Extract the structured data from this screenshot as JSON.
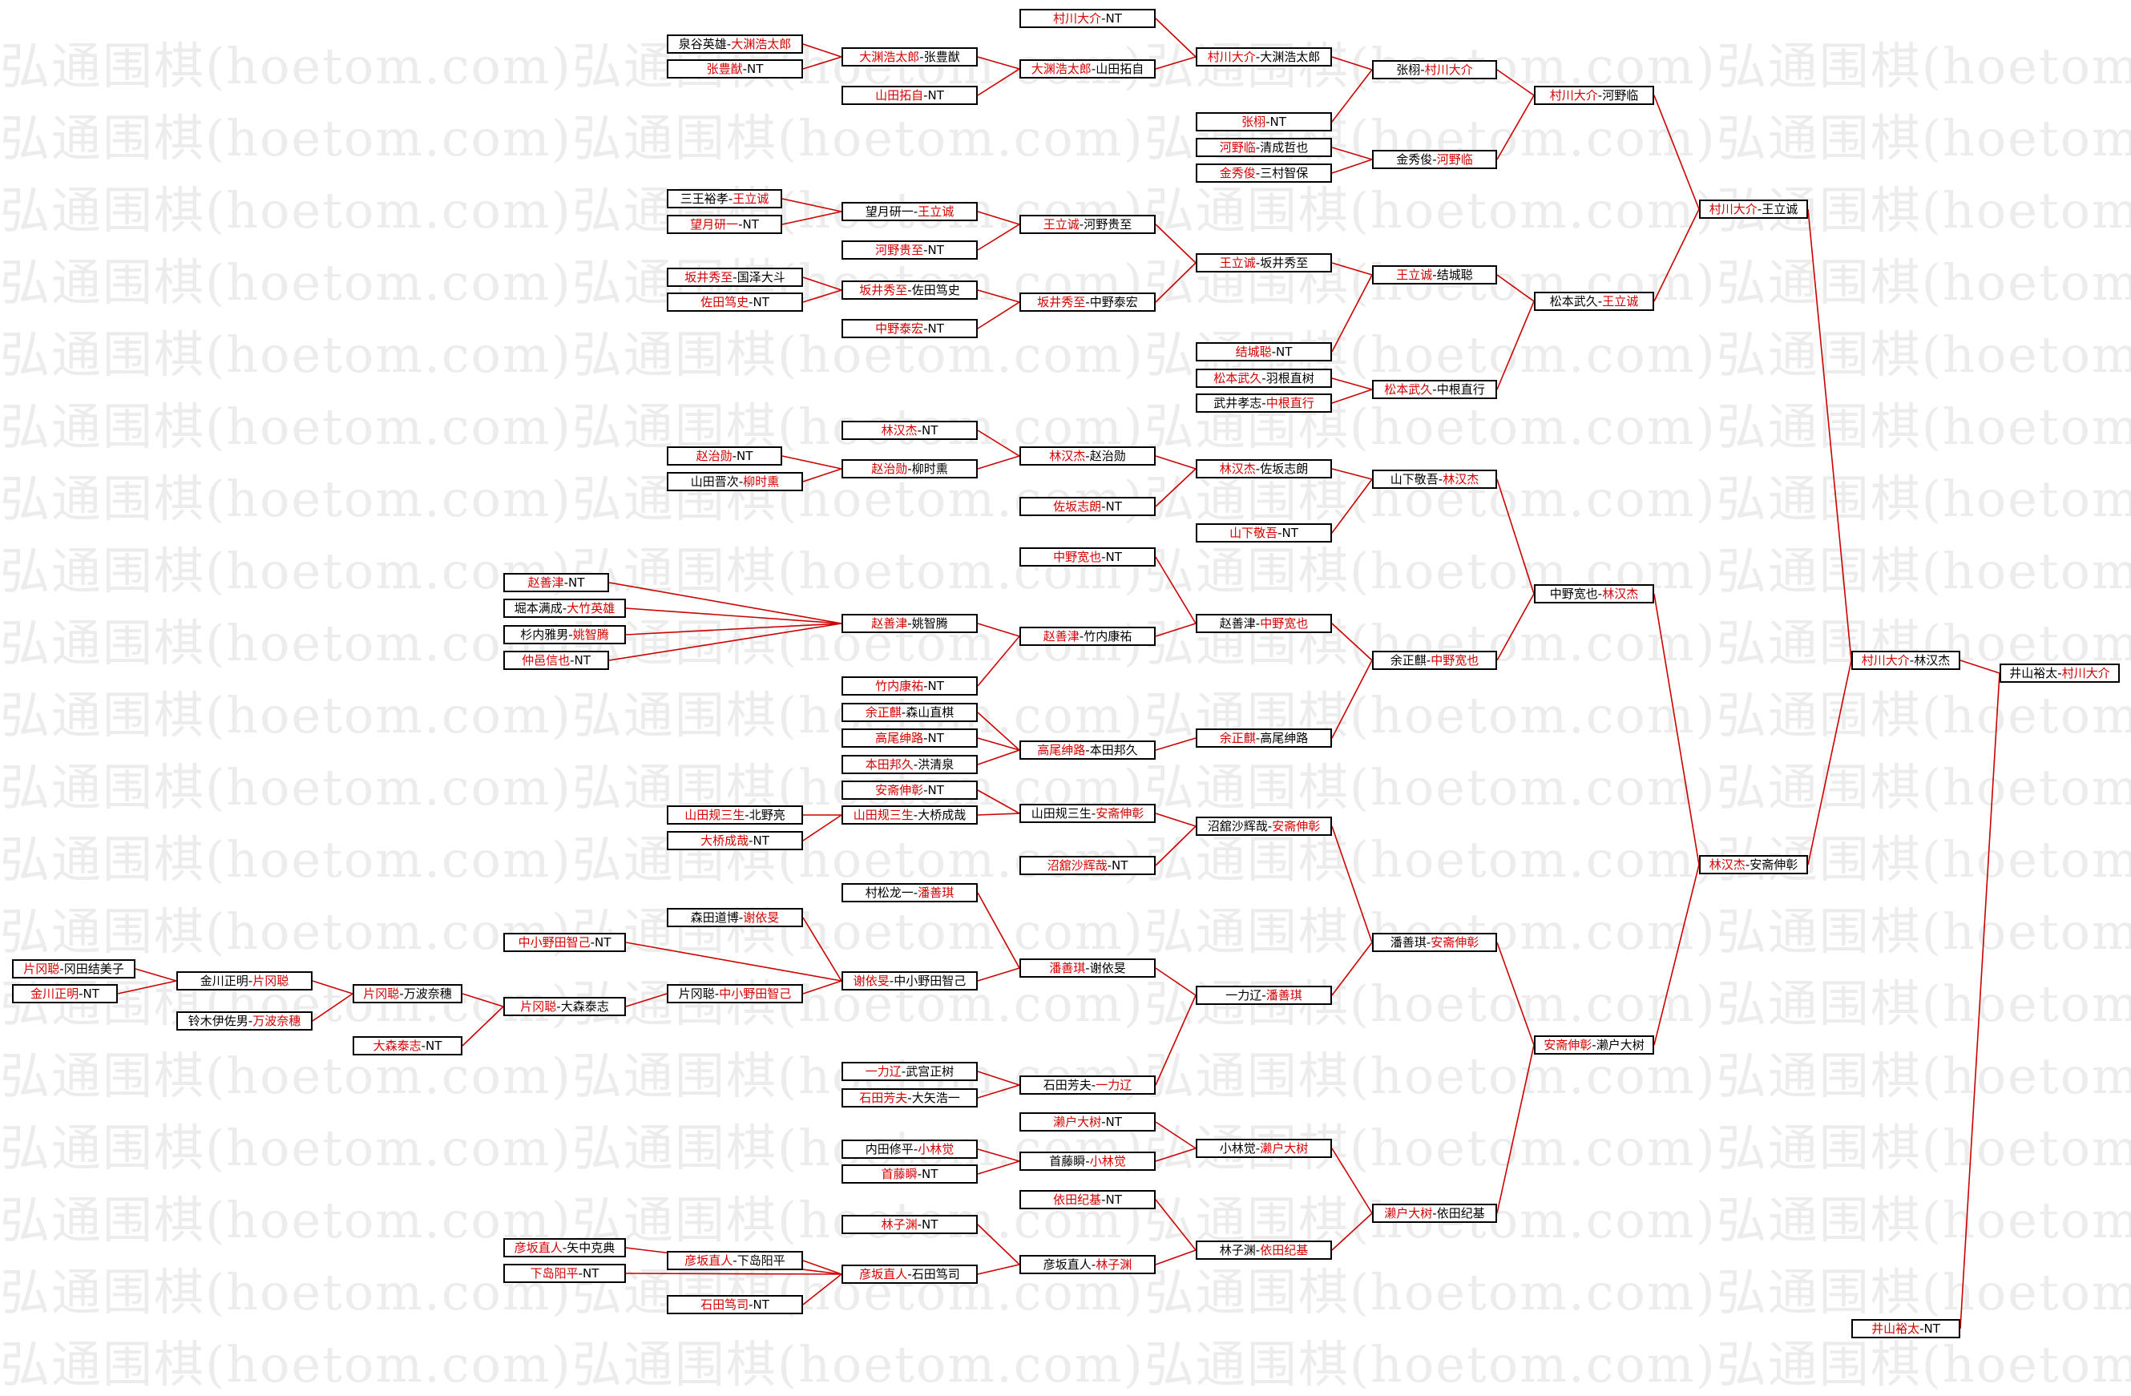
{
  "watermark": "弘通围棋(hoetom.com)",
  "colors": {
    "winner": "#d40000",
    "connector": "#cc0000",
    "border": "#000000"
  },
  "bracket": [
    {
      "p1": "泉谷英雄",
      "p2": "大渊浩太郎",
      "w": 2
    },
    {
      "p1": "张豊猷",
      "p2": "NT",
      "w": 1
    },
    {
      "p1": "三王裕孝",
      "p2": "王立诚",
      "w": 2
    },
    {
      "p1": "望月研一",
      "p2": "NT",
      "w": 1
    },
    {
      "p1": "坂井秀至",
      "p2": "国泽大斗",
      "w": 1
    },
    {
      "p1": "佐田笃史",
      "p2": "NT",
      "w": 1
    },
    {
      "p1": "赵治勋",
      "p2": "NT",
      "w": 1
    },
    {
      "p1": "山田晋次",
      "p2": "柳时熏",
      "w": 2
    },
    {
      "p1": "赵善津",
      "p2": "NT",
      "w": 1
    },
    {
      "p1": "堀本满成",
      "p2": "大竹英雄",
      "w": 2
    },
    {
      "p1": "杉内雅男",
      "p2": "姚智腾",
      "w": 2
    },
    {
      "p1": "仲邑信也",
      "p2": "NT",
      "w": 1
    },
    {
      "p1": "山田规三生",
      "p2": "北野亮",
      "w": 1
    },
    {
      "p1": "大桥成哉",
      "p2": "NT",
      "w": 1
    },
    {
      "p1": "森田道博",
      "p2": "谢依旻",
      "w": 2
    },
    {
      "p1": "中小野田智己",
      "p2": "NT",
      "w": 1
    },
    {
      "p1": "片冈聪",
      "p2": "冈田结美子",
      "w": 1
    },
    {
      "p1": "金川正明",
      "p2": "NT",
      "w": 1
    },
    {
      "p1": "金川正明",
      "p2": "片冈聪",
      "w": 2
    },
    {
      "p1": "铃木伊佐男",
      "p2": "万波奈穗",
      "w": 2
    },
    {
      "p1": "片冈聪",
      "p2": "万波奈穗",
      "w": 1
    },
    {
      "p1": "大森泰志",
      "p2": "NT",
      "w": 1
    },
    {
      "p1": "片冈聪",
      "p2": "大森泰志",
      "w": 1
    },
    {
      "p1": "片冈聪",
      "p2": "中小野田智己",
      "w": 2
    },
    {
      "p1": "彦坂直人",
      "p2": "矢中克典",
      "w": 1
    },
    {
      "p1": "下岛阳平",
      "p2": "NT",
      "w": 1
    },
    {
      "p1": "彦坂直人",
      "p2": "下岛阳平",
      "w": 1
    },
    {
      "p1": "石田笃司",
      "p2": "NT",
      "w": 1
    },
    {
      "p1": "大渊浩太郎",
      "p2": "张豊猷",
      "w": 1
    },
    {
      "p1": "山田拓自",
      "p2": "NT",
      "w": 1
    },
    {
      "p1": "望月研一",
      "p2": "王立诚",
      "w": 2
    },
    {
      "p1": "河野贵至",
      "p2": "NT",
      "w": 1
    },
    {
      "p1": "坂井秀至",
      "p2": "佐田笃史",
      "w": 1
    },
    {
      "p1": "中野泰宏",
      "p2": "NT",
      "w": 1
    },
    {
      "p1": "林汉杰",
      "p2": "NT",
      "w": 1
    },
    {
      "p1": "赵治勋",
      "p2": "柳时熏",
      "w": 1
    },
    {
      "p1": "赵善津",
      "p2": "姚智腾",
      "w": 1
    },
    {
      "p1": "竹内康祐",
      "p2": "NT",
      "w": 1
    },
    {
      "p1": "余正麒",
      "p2": "森山直棋",
      "w": 1
    },
    {
      "p1": "高尾绅路",
      "p2": "NT",
      "w": 1
    },
    {
      "p1": "本田邦久",
      "p2": "洪清泉",
      "w": 1
    },
    {
      "p1": "安斋伸彰",
      "p2": "NT",
      "w": 1
    },
    {
      "p1": "山田规三生",
      "p2": "大桥成哉",
      "w": 1
    },
    {
      "p1": "村松龙一",
      "p2": "潘善琪",
      "w": 2
    },
    {
      "p1": "谢依旻",
      "p2": "中小野田智己",
      "w": 1
    },
    {
      "p1": "一力辽",
      "p2": "武宫正树",
      "w": 1
    },
    {
      "p1": "石田芳夫",
      "p2": "大矢浩一",
      "w": 1
    },
    {
      "p1": "内田修平",
      "p2": "小林觉",
      "w": 2
    },
    {
      "p1": "首藤瞬",
      "p2": "NT",
      "w": 1
    },
    {
      "p1": "林子渊",
      "p2": "NT",
      "w": 1
    },
    {
      "p1": "彦坂直人",
      "p2": "石田笃司",
      "w": 1
    },
    {
      "p1": "村川大介",
      "p2": "NT",
      "w": 1
    },
    {
      "p1": "大渊浩太郎",
      "p2": "山田拓自",
      "w": 1
    },
    {
      "p1": "王立诚",
      "p2": "河野贵至",
      "w": 1
    },
    {
      "p1": "坂井秀至",
      "p2": "中野泰宏",
      "w": 1
    },
    {
      "p1": "林汉杰",
      "p2": "赵治勋",
      "w": 1
    },
    {
      "p1": "佐坂志朗",
      "p2": "NT",
      "w": 1
    },
    {
      "p1": "中野宽也",
      "p2": "NT",
      "w": 1
    },
    {
      "p1": "赵善津",
      "p2": "竹内康祐",
      "w": 1
    },
    {
      "p1": "高尾绅路",
      "p2": "本田邦久",
      "w": 1
    },
    {
      "p1": "山田规三生",
      "p2": "安斋伸彰",
      "w": 2
    },
    {
      "p1": "沼舘沙辉哉",
      "p2": "NT",
      "w": 1
    },
    {
      "p1": "潘善琪",
      "p2": "谢依旻",
      "w": 1
    },
    {
      "p1": "石田芳夫",
      "p2": "一力辽",
      "w": 2
    },
    {
      "p1": "濑户大树",
      "p2": "NT",
      "w": 1
    },
    {
      "p1": "首藤瞬",
      "p2": "小林觉",
      "w": 2
    },
    {
      "p1": "依田纪基",
      "p2": "NT",
      "w": 1
    },
    {
      "p1": "彦坂直人",
      "p2": "林子渊",
      "w": 2
    },
    {
      "p1": "村川大介",
      "p2": "大渊浩太郎",
      "w": 1
    },
    {
      "p1": "张栩",
      "p2": "NT",
      "w": 1
    },
    {
      "p1": "河野临",
      "p2": "清成哲也",
      "w": 1
    },
    {
      "p1": "金秀俊",
      "p2": "三村智保",
      "w": 1
    },
    {
      "p1": "王立诚",
      "p2": "坂井秀至",
      "w": 1
    },
    {
      "p1": "结城聪",
      "p2": "NT",
      "w": 1
    },
    {
      "p1": "松本武久",
      "p2": "羽根直树",
      "w": 1
    },
    {
      "p1": "武井孝志",
      "p2": "中根直行",
      "w": 2
    },
    {
      "p1": "林汉杰",
      "p2": "佐坂志朗",
      "w": 1
    },
    {
      "p1": "山下敬吾",
      "p2": "NT",
      "w": 1
    },
    {
      "p1": "赵善津",
      "p2": "中野宽也",
      "w": 2
    },
    {
      "p1": "余正麒",
      "p2": "高尾绅路",
      "w": 1
    },
    {
      "p1": "沼舘沙辉哉",
      "p2": "安斋伸彰",
      "w": 2
    },
    {
      "p1": "一力辽",
      "p2": "潘善琪",
      "w": 2
    },
    {
      "p1": "小林觉",
      "p2": "濑户大树",
      "w": 2
    },
    {
      "p1": "林子渊",
      "p2": "依田纪基",
      "w": 2
    },
    {
      "p1": "张栩",
      "p2": "村川大介",
      "w": 2
    },
    {
      "p1": "金秀俊",
      "p2": "河野临",
      "w": 2
    },
    {
      "p1": "王立诚",
      "p2": "结城聪",
      "w": 1
    },
    {
      "p1": "松本武久",
      "p2": "中根直行",
      "w": 1
    },
    {
      "p1": "山下敬吾",
      "p2": "林汉杰",
      "w": 2
    },
    {
      "p1": "余正麒",
      "p2": "中野宽也",
      "w": 2
    },
    {
      "p1": "潘善琪",
      "p2": "安斋伸彰",
      "w": 2
    },
    {
      "p1": "濑户大树",
      "p2": "依田纪基",
      "w": 1
    },
    {
      "p1": "村川大介",
      "p2": "河野临",
      "w": 1
    },
    {
      "p1": "松本武久",
      "p2": "王立诚",
      "w": 2
    },
    {
      "p1": "中野宽也",
      "p2": "林汉杰",
      "w": 2
    },
    {
      "p1": "安斋伸彰",
      "p2": "濑户大树",
      "w": 1
    },
    {
      "p1": "村川大介",
      "p2": "王立诚",
      "w": 1
    },
    {
      "p1": "林汉杰",
      "p2": "安斋伸彰",
      "w": 1
    },
    {
      "p1": "村川大介",
      "p2": "林汉杰",
      "w": 1
    },
    {
      "p1": "井山裕太",
      "p2": "NT",
      "w": 1
    },
    {
      "p1": "井山裕太",
      "p2": "村川大介",
      "w": 2
    }
  ]
}
